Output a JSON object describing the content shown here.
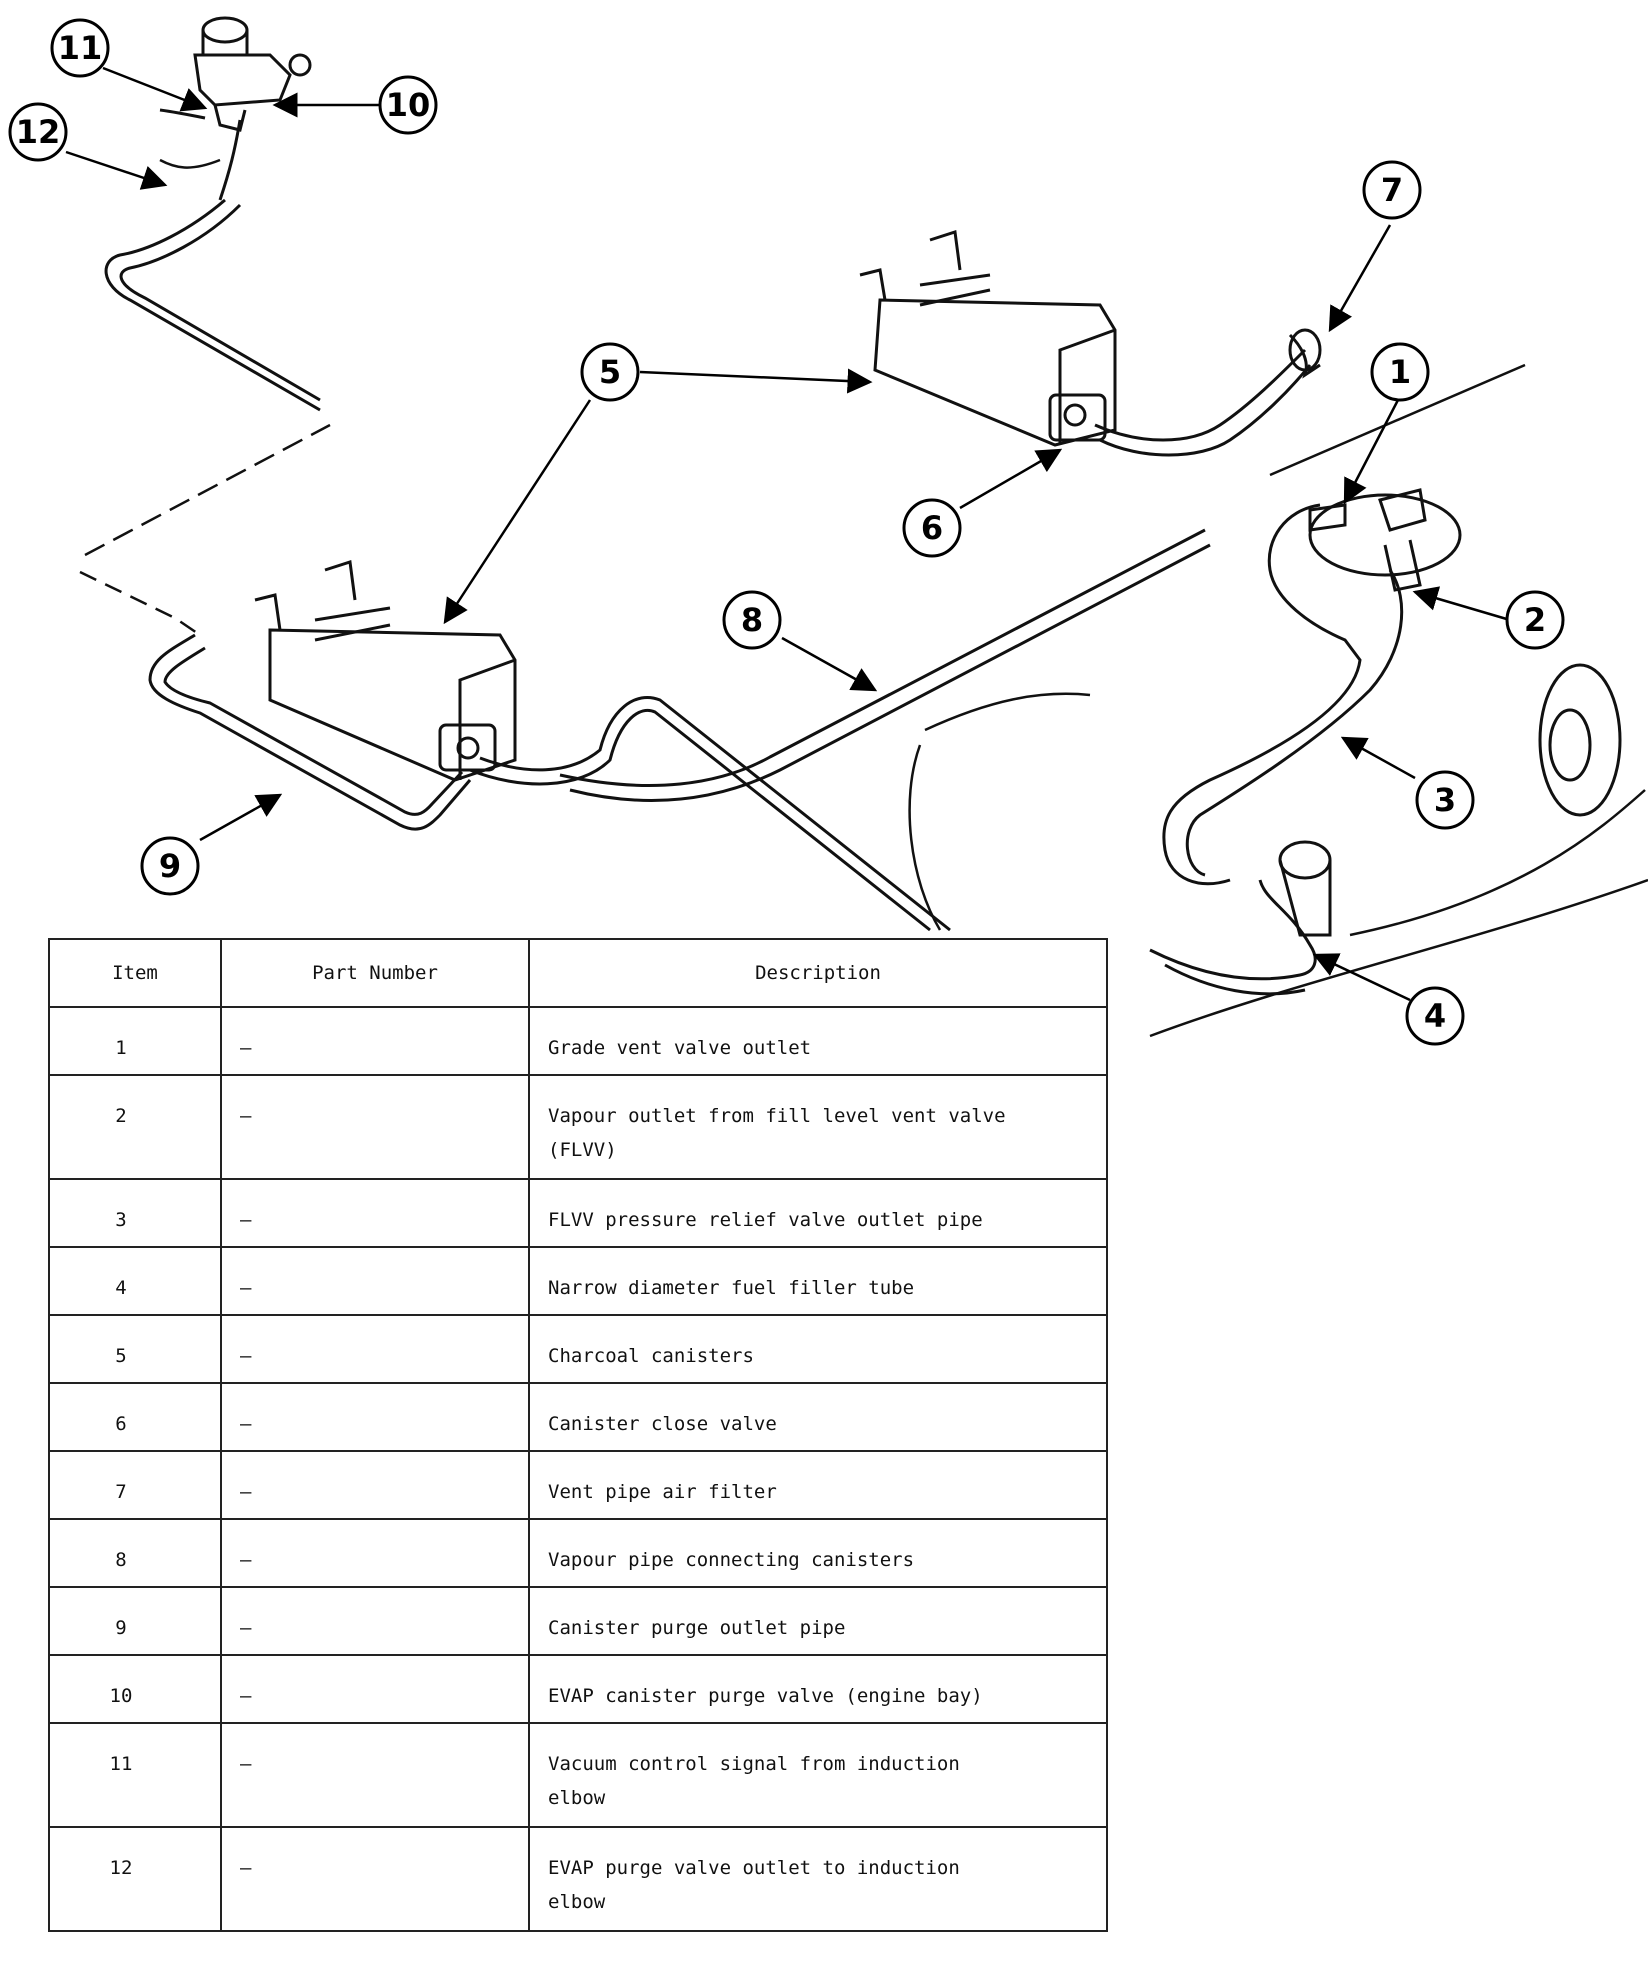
{
  "callouts": [
    {
      "n": "1"
    },
    {
      "n": "2"
    },
    {
      "n": "3"
    },
    {
      "n": "4"
    },
    {
      "n": "5"
    },
    {
      "n": "6"
    },
    {
      "n": "7"
    },
    {
      "n": "8"
    },
    {
      "n": "9"
    },
    {
      "n": "10"
    },
    {
      "n": "11"
    },
    {
      "n": "12"
    }
  ],
  "table": {
    "headers": {
      "item": "Item",
      "part_number": "Part Number",
      "description": "Description"
    },
    "rows": [
      {
        "item": "1",
        "part": "–",
        "desc": "Grade vent valve outlet"
      },
      {
        "item": "2",
        "part": "–",
        "desc": "Vapour outlet from fill level vent valve\n(FLVV)"
      },
      {
        "item": "3",
        "part": "–",
        "desc": "FLVV pressure relief valve outlet pipe"
      },
      {
        "item": "4",
        "part": "–",
        "desc": "Narrow diameter fuel filler tube"
      },
      {
        "item": "5",
        "part": "–",
        "desc": "Charcoal canisters"
      },
      {
        "item": "6",
        "part": "–",
        "desc": "Canister close valve"
      },
      {
        "item": "7",
        "part": "–",
        "desc": "Vent pipe air filter"
      },
      {
        "item": "8",
        "part": "–",
        "desc": "Vapour pipe connecting canisters"
      },
      {
        "item": "9",
        "part": "–",
        "desc": "Canister purge outlet pipe"
      },
      {
        "item": "10",
        "part": "–",
        "desc": "EVAP canister purge valve (engine bay)"
      },
      {
        "item": "11",
        "part": "–",
        "desc": "Vacuum control signal from induction\nelbow"
      },
      {
        "item": "12",
        "part": "–",
        "desc": "EVAP purge valve outlet to induction\nelbow"
      }
    ]
  }
}
